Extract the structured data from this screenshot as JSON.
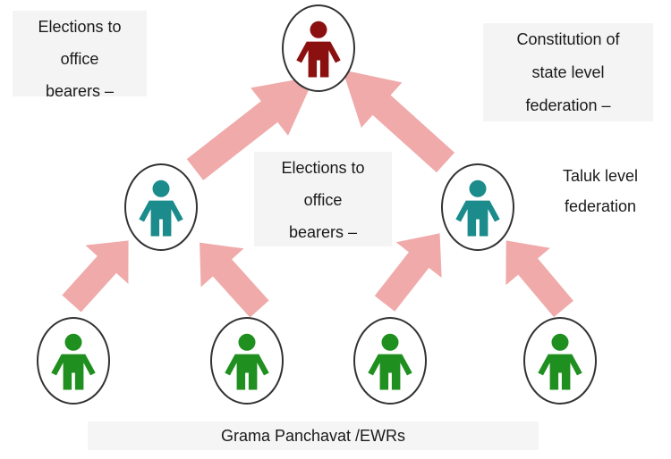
{
  "labels": {
    "top_left": "Elections to\noffice\nbearers –",
    "top_right": "Constitution of\nstate level\nfederation –",
    "middle": "Elections to\noffice\nbearers –",
    "right": "Taluk level\nfederation",
    "bottom": "Grama Panchavat /EWRs"
  },
  "colors": {
    "arrow": "#f0aaaa",
    "top_person": "#8b1010",
    "mid_person": "#1b8b8b",
    "base_person": "#1f8f1f",
    "circle_stroke": "#333333"
  },
  "icons": {
    "person": "person-icon",
    "arrow": "arrow-icon"
  }
}
